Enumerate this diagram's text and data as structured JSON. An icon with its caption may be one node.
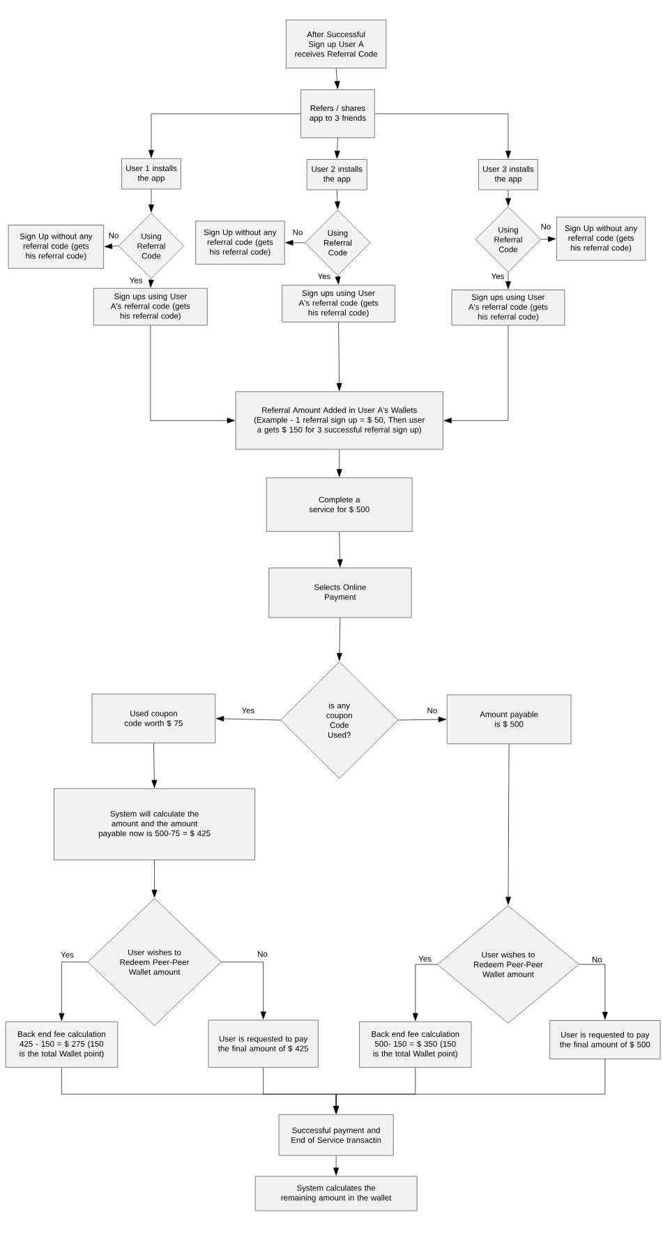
{
  "diagram": {
    "nodes": [
      {
        "text": [
          "After Successful Sign up User A receives Referral Code"
        ]
      },
      {
        "text": [
          "Refers / shares app to 3 friends"
        ]
      },
      {
        "text": [
          "User 1 installs the app"
        ]
      },
      {
        "text": [
          "User 2 installs the app"
        ]
      },
      {
        "text": [
          "User 3 installs the app"
        ]
      },
      {
        "text": [
          "Using Referral Code"
        ]
      },
      {
        "text": [
          "Sign Up without any referral code (gets his referral code)"
        ]
      },
      {
        "text": [
          "Sign ups using  User A's referral  code (gets his referral code)"
        ]
      },
      {
        "text": [
          "Using Referral Code"
        ]
      },
      {
        "text": [
          "Sign Up without any referral code (gets his referral code)"
        ]
      },
      {
        "text": [
          "Sign ups using  User A's referral  code (gets his referral code)"
        ]
      },
      {
        "text": [
          "Using Referral Code"
        ]
      },
      {
        "text": [
          "Sign Up without any referral code (gets his referral code)"
        ]
      },
      {
        "text": [
          "Sign ups using  User A's referral  code (gets his referral code)"
        ]
      },
      {
        "text": [
          "Referral Amount Added in User A's Wallets (Example - 1 referral sign up = $ 50, Then user a gets $ 150 for 3 successful referral sign up)"
        ]
      },
      {
        "text": [
          "Complete a service for $ 500"
        ]
      },
      {
        "text": [
          "Selects Online Payment"
        ]
      },
      {
        "text": [
          "is any coupon Code Used?"
        ]
      },
      {
        "text": [
          "Used coupon code worth $ 75"
        ]
      },
      {
        "text": [
          "Amount payable is $ 500"
        ]
      },
      {
        "text": [
          "System will calculate the amount  and the amount payable now is 500-75 = $ 425"
        ]
      },
      {
        "text": [
          "User wishes to Redeem Peer-Peer Wallet amount"
        ]
      },
      {
        "text": [
          "User wishes to Redeem Peer-Peer Wallet amount"
        ]
      },
      {
        "text": [
          "Back end fee calculation 425 - 150 = $ 275 (150 is the total Wallet point)"
        ]
      },
      {
        "text": [
          "User is requested to pay the final amount of $ 425"
        ]
      },
      {
        "text": [
          "Back end fee calculation 500- 150 = $ 350 (150 is the total Wallet point)"
        ]
      },
      {
        "text": [
          "User is requested to pay the final amount of $ 500"
        ]
      },
      {
        "text": [
          "Successful payment and End of Service transactin"
        ]
      },
      {
        "text": [
          "System calculates the remaining amount in the wallet"
        ]
      }
    ],
    "edges": [
      {
        "from": 0,
        "to": 1,
        "arrow": "to"
      },
      {
        "from": 1,
        "to": 2,
        "arrow": "to"
      },
      {
        "from": 1,
        "to": 3,
        "arrow": "to"
      },
      {
        "from": 1,
        "to": 4,
        "arrow": "to"
      },
      {
        "from": 2,
        "to": 5,
        "arrow": "to"
      },
      {
        "from": 5,
        "to": 6,
        "arrow": "to",
        "label": "No"
      },
      {
        "from": 5,
        "to": 7,
        "arrow": "to",
        "label": "Yes"
      },
      {
        "from": 3,
        "to": 8,
        "arrow": "to"
      },
      {
        "from": 8,
        "to": 9,
        "arrow": "to",
        "label": "No"
      },
      {
        "from": 8,
        "to": 10,
        "arrow": "to",
        "label": "Yes"
      },
      {
        "from": 4,
        "to": 11,
        "arrow": "to"
      },
      {
        "from": 11,
        "to": 12,
        "arrow": "to",
        "label": "No"
      },
      {
        "from": 11,
        "to": 13,
        "arrow": "to",
        "label": "Yes"
      },
      {
        "from": 7,
        "to": 14,
        "arrow": "to"
      },
      {
        "from": 10,
        "to": 14,
        "arrow": "to"
      },
      {
        "from": 13,
        "to": 14,
        "arrow": "to"
      },
      {
        "from": 14,
        "to": 15,
        "arrow": "to"
      },
      {
        "from": 15,
        "to": 16,
        "arrow": "to"
      },
      {
        "from": 16,
        "to": 17,
        "arrow": "to"
      },
      {
        "from": 17,
        "to": 18,
        "arrow": "to",
        "label": "Yes"
      },
      {
        "from": 17,
        "to": 19,
        "arrow": "to",
        "label": "No"
      },
      {
        "from": 18,
        "to": 20,
        "arrow": "to"
      },
      {
        "from": 20,
        "to": 21,
        "arrow": "to"
      },
      {
        "from": 19,
        "to": 22,
        "arrow": "to"
      },
      {
        "from": 21,
        "to": 23,
        "arrow": "to",
        "label": "Yes"
      },
      {
        "from": 21,
        "to": 24,
        "arrow": "to",
        "label": "No"
      },
      {
        "from": 22,
        "to": 25,
        "arrow": "to",
        "label": "Yes"
      },
      {
        "from": 22,
        "to": 26,
        "arrow": "to",
        "label": "No"
      },
      {
        "from": 23,
        "to": 27,
        "arrow": "to"
      },
      {
        "from": 24,
        "to": 27,
        "arrow": "to"
      },
      {
        "from": 25,
        "to": 27,
        "arrow": "to"
      },
      {
        "from": 26,
        "to": 27,
        "arrow": "to"
      },
      {
        "from": 27,
        "to": 28,
        "arrow": "to"
      }
    ]
  }
}
